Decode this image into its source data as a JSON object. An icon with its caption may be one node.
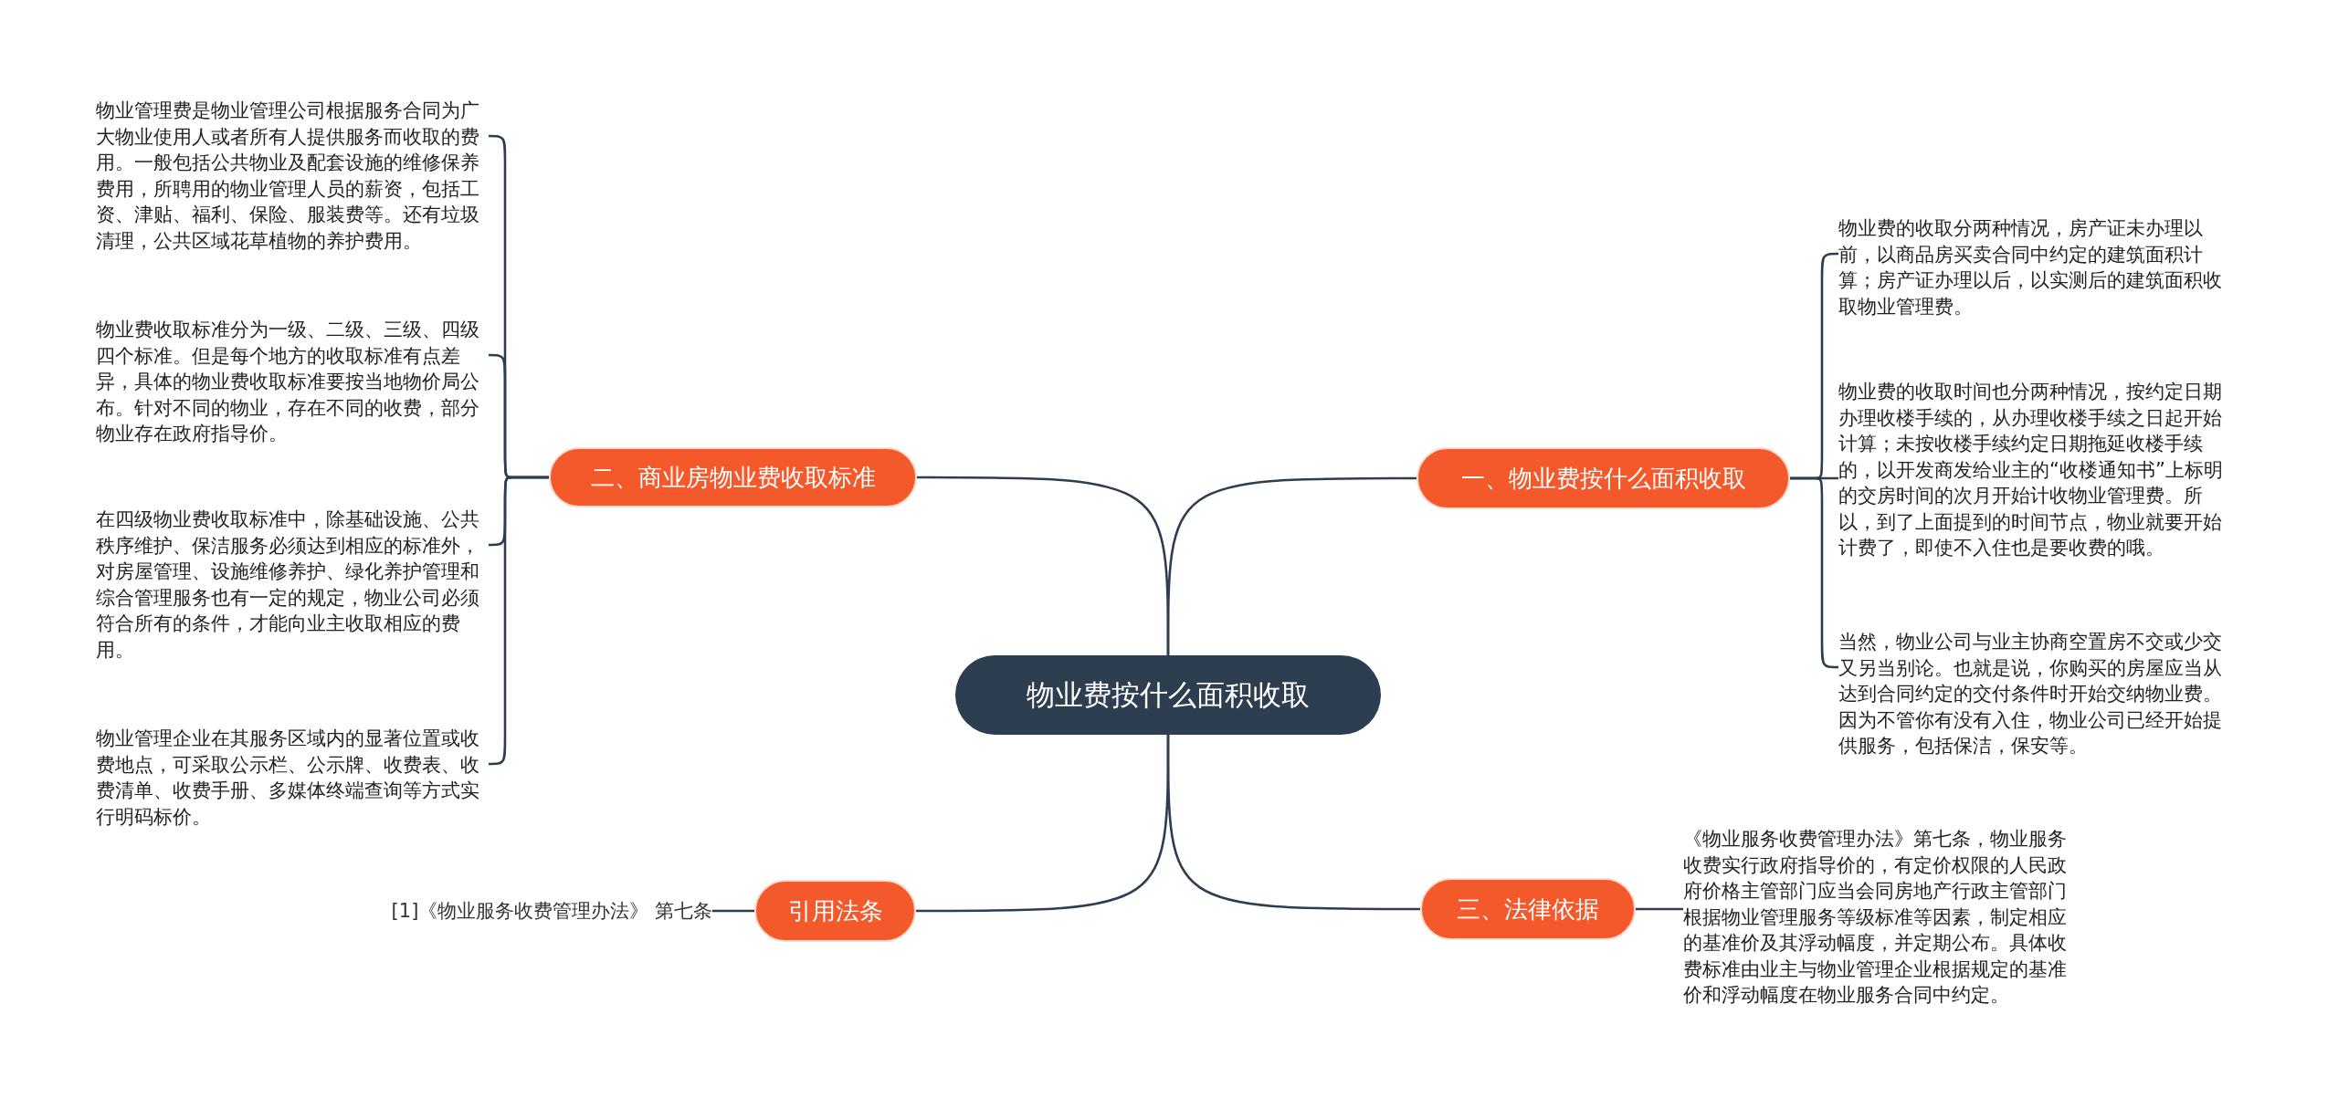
{
  "diagram": {
    "nodes": [
      {
        "text": [
          "物业费按什么面积收取"
        ]
      },
      {
        "text": [
          "一、物业费按什么面积收取"
        ]
      },
      {
        "text": [
          "物业费的收取分两种情况，房产证未办理以前，以商品房买卖合同中约定的建筑面积计算；房产证办理以后，以实测后的建筑面积收取物业管理费。"
        ]
      },
      {
        "text": [
          "物业费的收取时间也分两种情况，按约定日期办理收楼手续的，从办理收楼手续之日起开始计算；未按收楼手续约定日期拖延收楼手续的，以开发商发给业主的“收楼通知书”上标明的交房时间的次月开始计收物业管理费。所以，到了上面提到的时间节点，物业就要开始计费了，即使不入住也是要收费的哦。"
        ]
      },
      {
        "text": [
          "当然，物业公司与业主协商空置房不交或少交又另当别论。也就是说，你购买的房屋应当从达到合同约定的交付条件时开始交纳物业费。因为不管你有没有入住，物业公司已经开始提供服务，包括保洁，保安等。"
        ]
      },
      {
        "text": [
          "二、商业房物业费收取标准"
        ]
      },
      {
        "text": [
          "物业管理费是物业管理公司根据服务合同为广大物业使用人或者所有人提供服务而收取的费用。一般包括公共物业及配套设施的维修保养费用，所聘用的物业管理人员的薪资，包括工资、津贴、福利、保险、服装费等。还有垃圾清理，公共区域花草植物的养护费用。"
        ]
      },
      {
        "text": [
          "物业费收取标准分为一级、二级、三级、四级四个标准。但是每个地方的收取标准有点差异，具体的物业费收取标准要按当地物价局公布。针对不同的物业，存在不同的收费，部分物业存在政府指导价。"
        ]
      },
      {
        "text": [
          "在四级物业费收取标准中，除基础设施、公共秩序维护、保洁服务必须达到相应的标准外，对房屋管理、设施维修养护、绿化养护管理和综合管理服务也有一定的规定，物业公司必须符合所有的条件，才能向业主收取相应的费用。"
        ]
      },
      {
        "text": [
          "物业管理企业在其服务区域内的显著位置或收费地点，可采取公示栏、公示牌、收费表、收费清单、收费手册、多媒体终端查询等方式实行明码标价。"
        ]
      },
      {
        "text": [
          "三、法律依据"
        ]
      },
      {
        "text": [
          "《物业服务收费管理办法》第七条，物业服务收费实行政府指导价的，有定价权限的人民政府价格主管部门应当会同房地产行政主管部门根据物业管理服务等级标准等因素，制定相应的基准价及其浮动幅度，并定期公布。具体收费标准由业主与物业管理企业根据规定的基准价和浮动幅度在物业服务合同中约定。"
        ]
      },
      {
        "text": [
          "引用法条"
        ]
      },
      {
        "text": [
          "[1]《物业服务收费管理办法》 第七条"
        ]
      }
    ],
    "edges": [
      {
        "from": 0,
        "to": 1,
        "arrow": "none"
      },
      {
        "from": 1,
        "to": 2,
        "arrow": "none"
      },
      {
        "from": 1,
        "to": 3,
        "arrow": "none"
      },
      {
        "from": 1,
        "to": 4,
        "arrow": "none"
      },
      {
        "from": 0,
        "to": 5,
        "arrow": "none"
      },
      {
        "from": 5,
        "to": 6,
        "arrow": "none"
      },
      {
        "from": 5,
        "to": 7,
        "arrow": "none"
      },
      {
        "from": 5,
        "to": 8,
        "arrow": "none"
      },
      {
        "from": 5,
        "to": 9,
        "arrow": "none"
      },
      {
        "from": 0,
        "to": 10,
        "arrow": "none"
      },
      {
        "from": 10,
        "to": 11,
        "arrow": "none"
      },
      {
        "from": 0,
        "to": 12,
        "arrow": "none"
      },
      {
        "from": 12,
        "to": 13,
        "arrow": "none"
      }
    ]
  }
}
